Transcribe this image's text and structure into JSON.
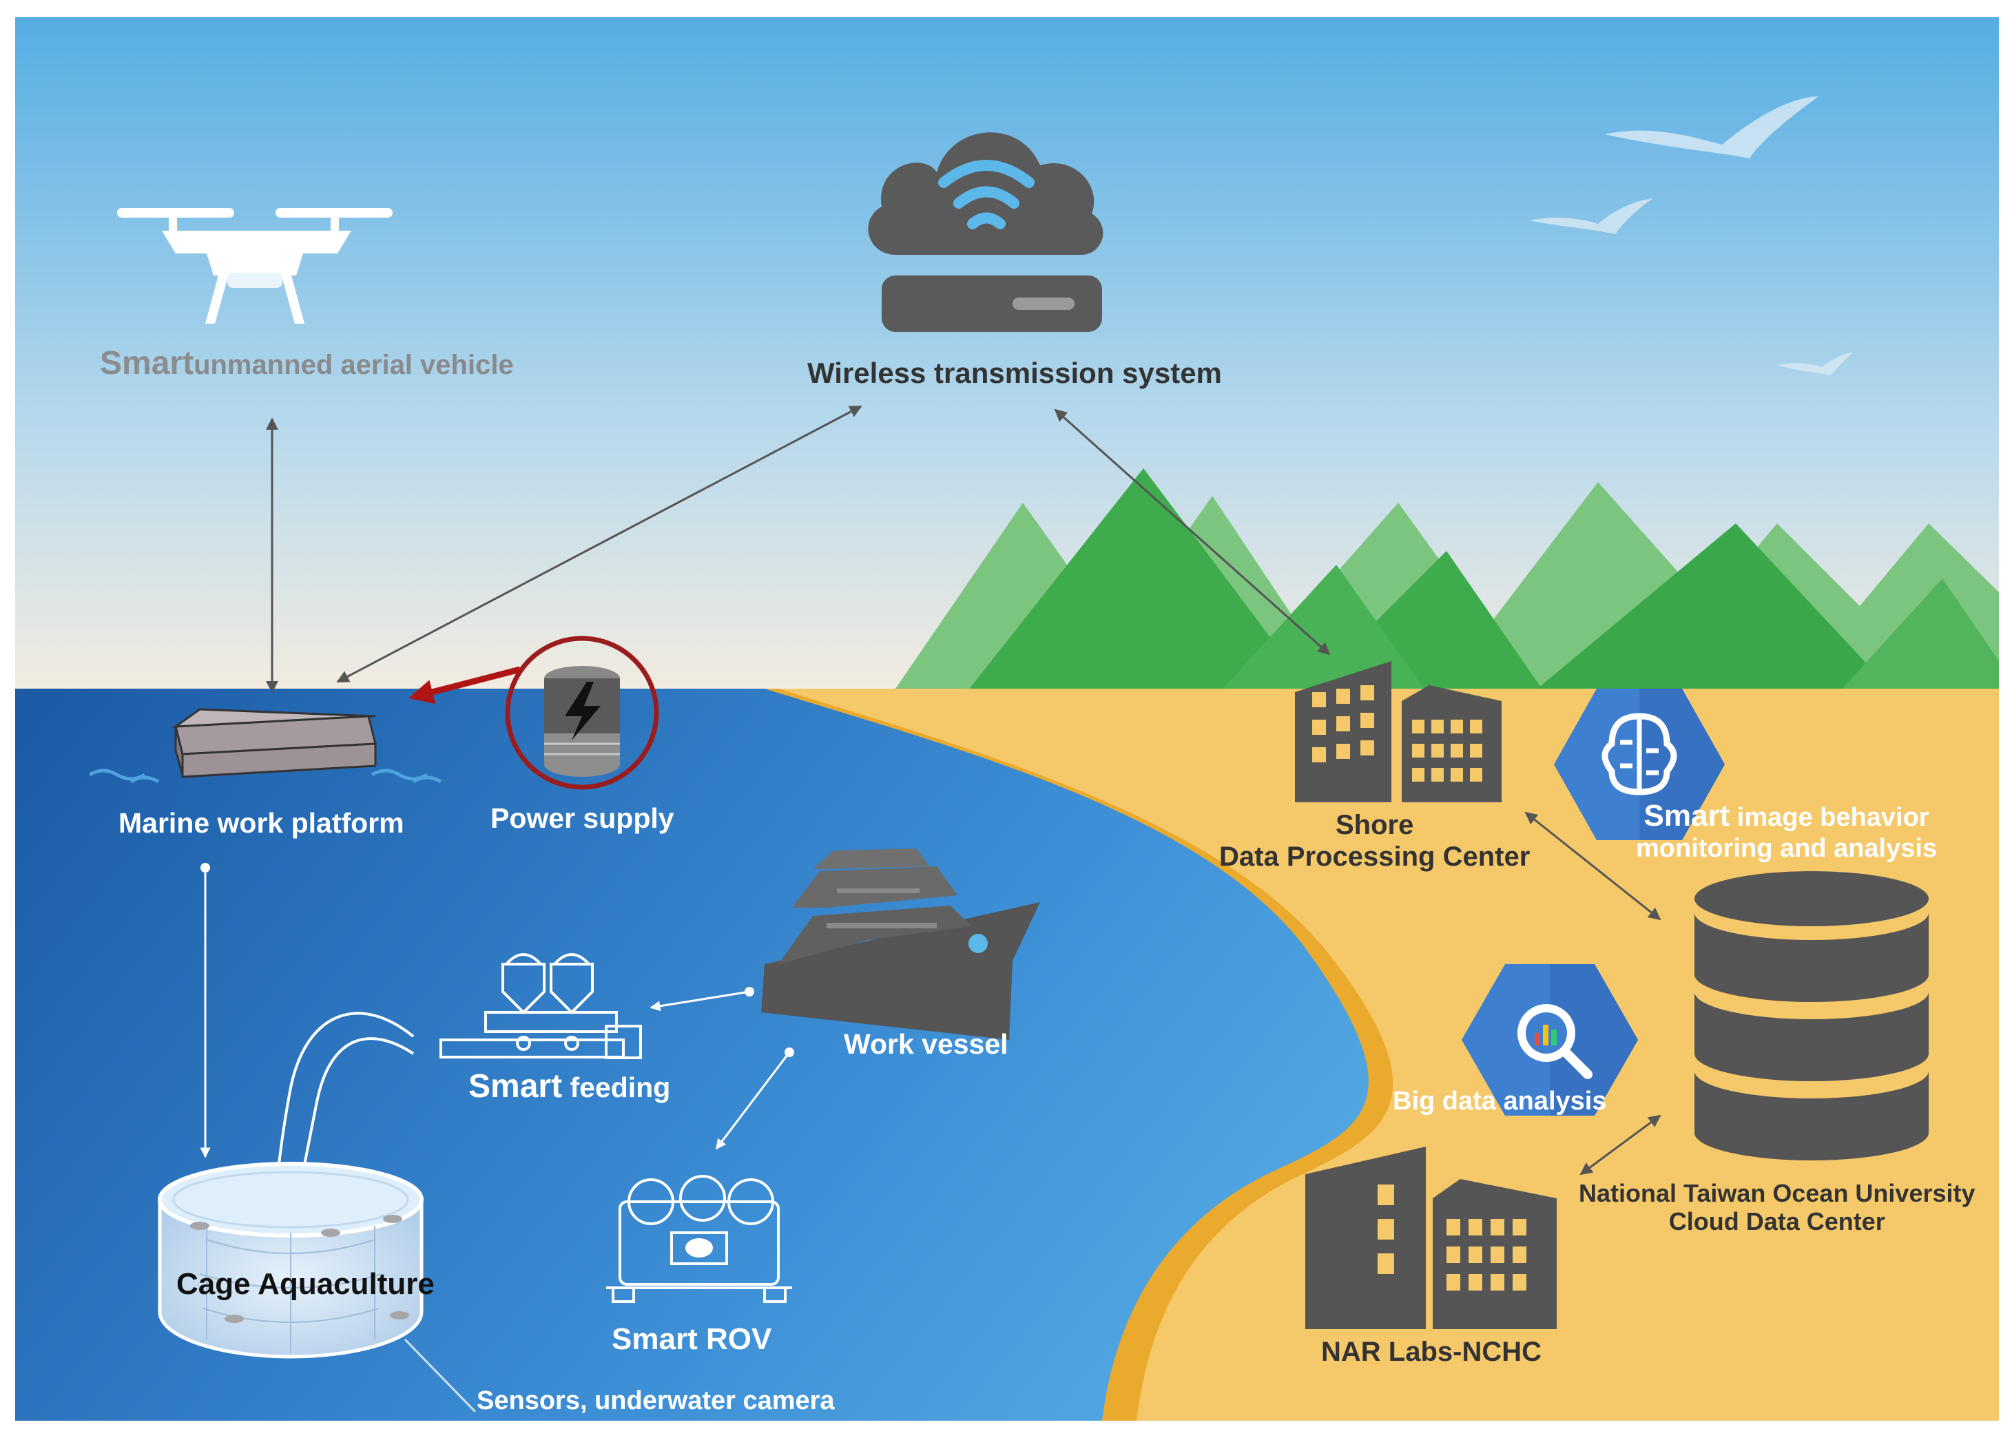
{
  "labels": {
    "uav_prefix": "Smart",
    "uav_rest": "unmanned aerial vehicle",
    "wireless": "Wireless transmission system",
    "platform": "Marine work platform",
    "power": "Power supply",
    "vessel": "Work vessel",
    "feeding_prefix": "Smart",
    "feeding_rest": "feeding",
    "rov": "Smart ROV",
    "cage": "Cage Aquaculture",
    "sensors": "Sensors, underwater camera",
    "shore_line1": "Shore",
    "shore_line2": "Data Processing Center",
    "image_prefix": "Smart",
    "image_rest": "image behavior",
    "image_line2": "monitoring and analysis",
    "bigdata": "Big data analysis",
    "ntou_line1": "National Taiwan Ocean University",
    "ntou_line2": "Cloud Data Center",
    "nar": "NAR Labs-NCHC"
  },
  "icons": {
    "uav": "drone-icon",
    "wireless": "cloud-wifi-router-icon",
    "platform": "platform-box-icon",
    "power": "battery-lightning-icon",
    "vessel": "ship-icon",
    "feeding": "feeding-silo-icon",
    "rov": "rov-icon",
    "cage": "fish-cage-icon",
    "shore": "buildings-icon",
    "image": "brain-hexagon-icon",
    "bigdata": "search-chart-hexagon-icon",
    "ntou": "database-icon",
    "nar": "buildings-icon"
  },
  "colors": {
    "sky_top": "#5ab0e4",
    "sky_bottom": "#f4ece0",
    "sea_dark": "#1a5fa8",
    "sea_light": "#5db4e6",
    "sand": "#f5c969",
    "sand_edge": "#e9aa2e",
    "mountain_dark": "#3aaa4a",
    "mountain_light": "#78c27e",
    "icon_gray": "#555555",
    "hex_blue": "#3f7fd0",
    "highlight_red": "#9b1c1c"
  }
}
